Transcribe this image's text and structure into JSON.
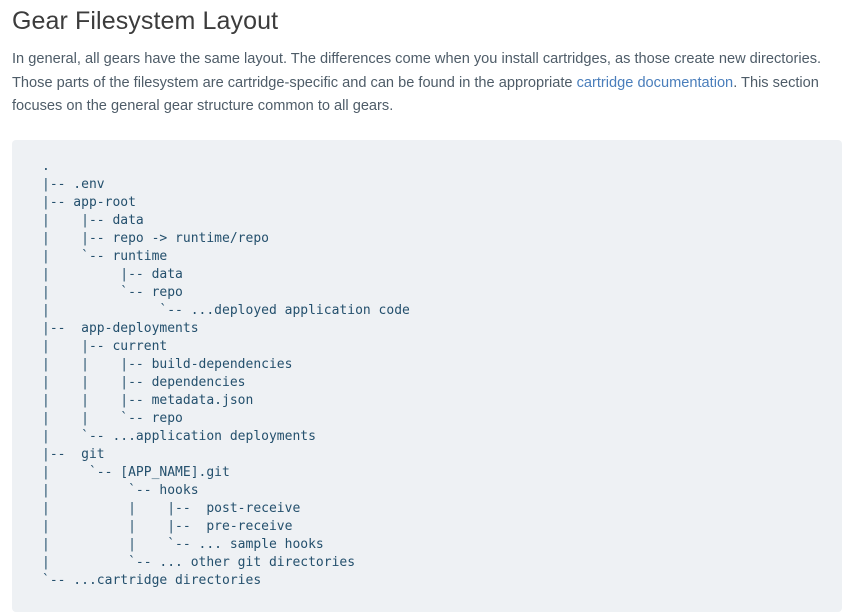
{
  "page": {
    "title": "Gear Filesystem Layout"
  },
  "intro": {
    "text_before_link": "In general, all gears have the same layout. The differences come when you install cartridges, as those create new directories. Those parts of the filesystem are cartridge-specific and can be found in the appropriate ",
    "link_text": "cartridge documentation",
    "text_after_link": ". This section focuses on the general gear structure common to all gears.",
    "link_color": "#4a7ebb"
  },
  "code_block": {
    "background_color": "#eef1f4",
    "text_color": "#24506d",
    "lines": [
      ".",
      "|-- .env",
      "|-- app-root",
      "|    |-- data",
      "|    |-- repo -> runtime/repo",
      "|    `-- runtime",
      "|         |-- data",
      "|         `-- repo",
      "|              `-- ...deployed application code",
      "|--  app-deployments",
      "|    |-- current",
      "|    |    |-- build-dependencies",
      "|    |    |-- dependencies",
      "|    |    |-- metadata.json",
      "|    |    `-- repo",
      "|    `-- ...application deployments",
      "|--  git",
      "|     `-- [APP_NAME].git",
      "|          `-- hooks",
      "|          |    |--  post-receive",
      "|          |    |--  pre-receive",
      "|          |    `-- ... sample hooks",
      "|          `-- ... other git directories",
      "`-- ...cartridge directories"
    ]
  }
}
